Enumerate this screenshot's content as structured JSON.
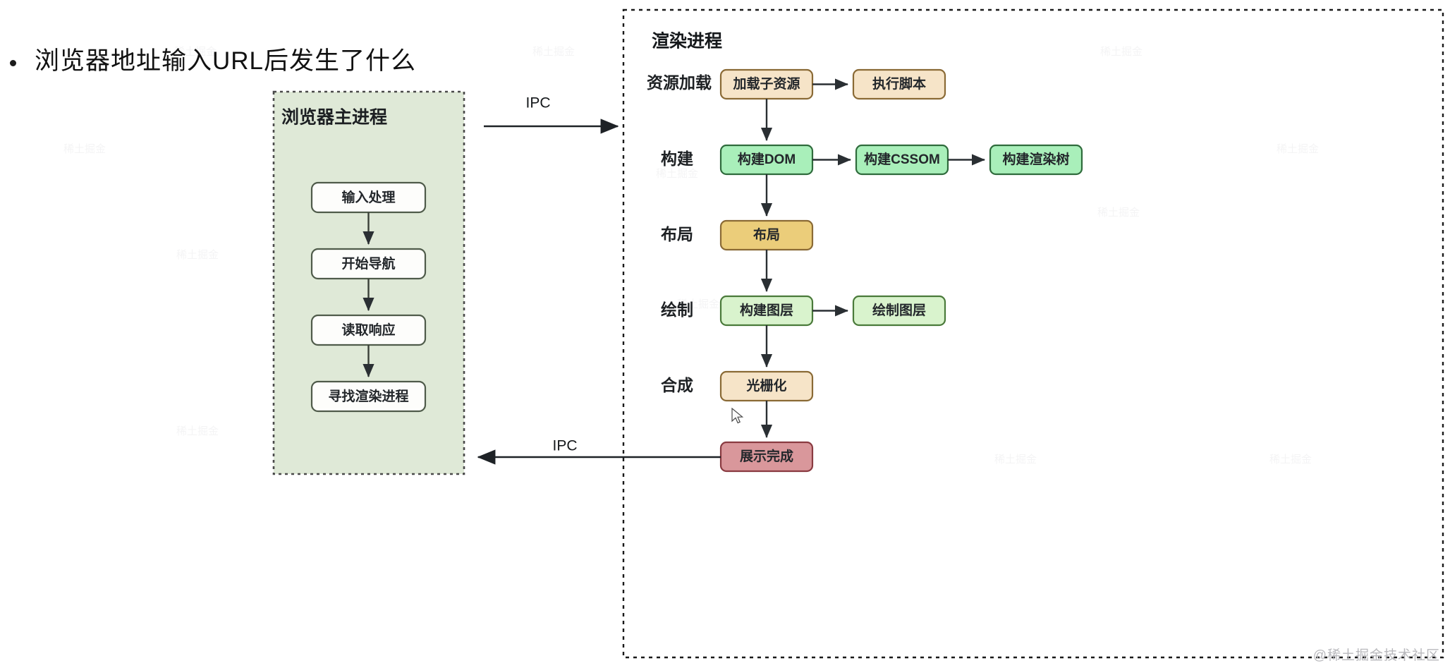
{
  "page": {
    "bullet_title": "浏览器地址输入URL后发生了什么",
    "watermark": "@稀土掘金技术社区",
    "tile_watermark": "稀土掘金"
  },
  "colors": {
    "browser_panel_fill": "#dfe9d7",
    "browser_panel_border": "#4a4a4a",
    "render_panel_border": "#1a1a1a",
    "node_white_fill": "#fdfdfb",
    "node_white_border": "#4f5b4a",
    "node_beige_fill": "#f6e4c8",
    "node_beige_border": "#8a6a35",
    "node_green_fill": "#a9efba",
    "node_green_border": "#2f6b3c",
    "node_lightgreen_fill": "#d9f3cd",
    "node_lightgreen_border": "#4a7a3a",
    "node_yellow_fill": "#ebcd7a",
    "node_yellow_border": "#8a6a35",
    "node_red_fill": "#d9979b",
    "node_red_border": "#8a3b41",
    "arrow": "#2a2f33",
    "text": "#1d2023"
  },
  "browser_panel": {
    "title": "浏览器主进程",
    "nodes": [
      {
        "label": "输入处理"
      },
      {
        "label": "开始导航"
      },
      {
        "label": "读取响应"
      },
      {
        "label": "寻找渲染进程"
      }
    ]
  },
  "render_panel": {
    "title": "渲染进程",
    "rows": [
      {
        "group": "资源加载",
        "nodes": [
          {
            "label": "加载子资源",
            "style": "beige"
          },
          {
            "label": "执行脚本",
            "style": "beige"
          }
        ]
      },
      {
        "group": "构建",
        "nodes": [
          {
            "label": "构建DOM",
            "style": "green"
          },
          {
            "label": "构建CSSOM",
            "style": "green"
          },
          {
            "label": "构建渲染树",
            "style": "green"
          }
        ]
      },
      {
        "group": "布局",
        "nodes": [
          {
            "label": "布局",
            "style": "yellow"
          }
        ]
      },
      {
        "group": "绘制",
        "nodes": [
          {
            "label": "构建图层",
            "style": "lightgreen"
          },
          {
            "label": "绘制图层",
            "style": "lightgreen"
          }
        ]
      },
      {
        "group": "合成",
        "nodes": [
          {
            "label": "光栅化",
            "style": "beige"
          }
        ]
      },
      {
        "group": "",
        "nodes": [
          {
            "label": "展示完成",
            "style": "red"
          }
        ]
      }
    ]
  },
  "connections": {
    "ipc_out_label": "IPC",
    "ipc_in_label": "IPC"
  }
}
